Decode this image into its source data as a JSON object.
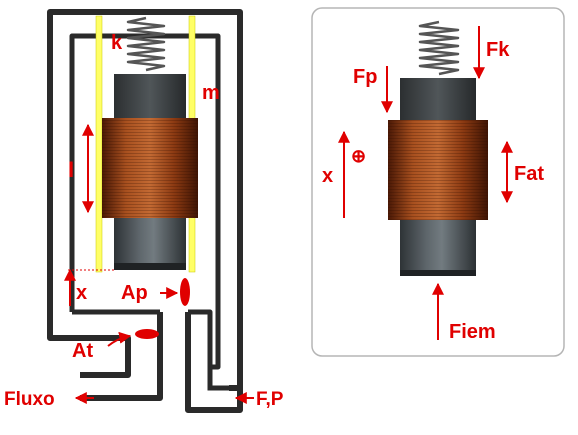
{
  "left_panel": {
    "labels": {
      "spring": "k",
      "mass": "m",
      "current": "I",
      "displacement": "x",
      "pilot_area": "Ap",
      "seat_area": "At",
      "flow": "Fluxo",
      "force_pressure": "F,P"
    }
  },
  "right_panel": {
    "labels": {
      "spring_force": "Fk",
      "pressure_force": "Fp",
      "displacement": "x",
      "positive_sign": "⊕",
      "friction_force": "Fat",
      "electromagnetic_force": "Fiem"
    }
  },
  "colors": {
    "label": "#e00000",
    "pipe": "#2a2a2a",
    "yellow_guide": "#ffff66",
    "coil": "#8b3a14",
    "core": "#4a4f52"
  }
}
